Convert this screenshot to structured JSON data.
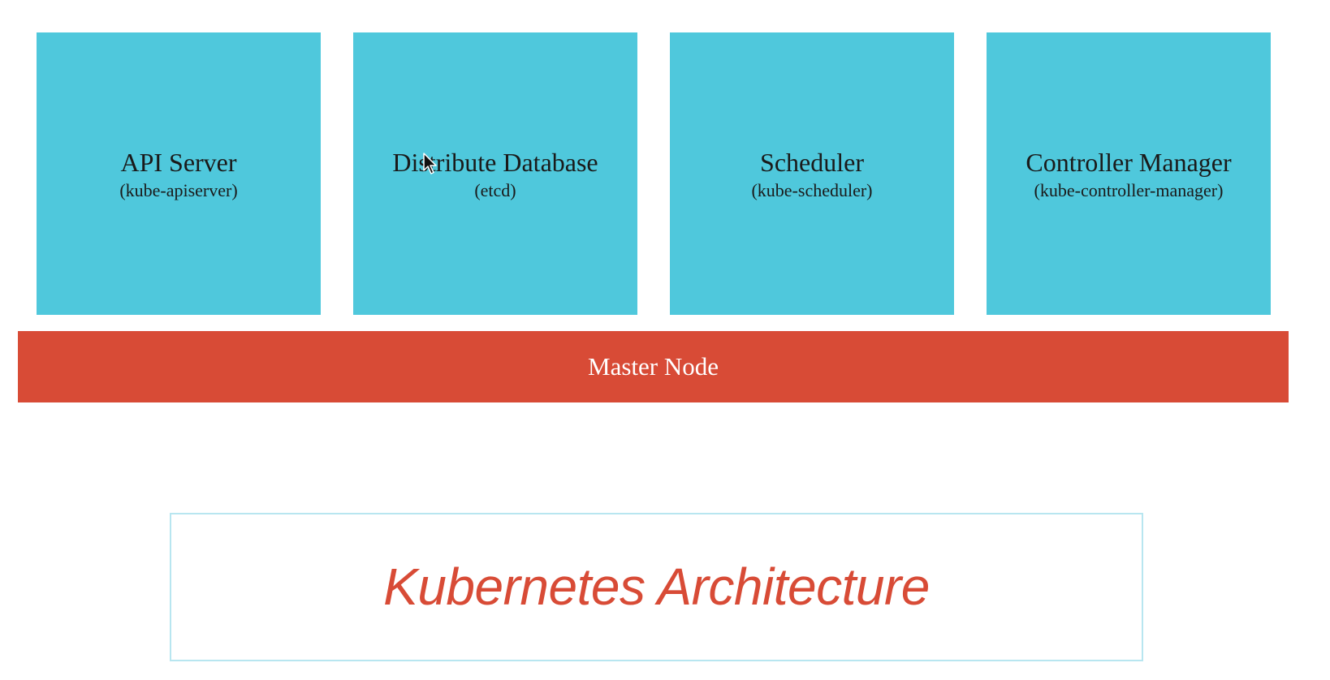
{
  "components": [
    {
      "name": "API Server",
      "sub": "(kube-apiserver)"
    },
    {
      "name": "Distribute Database",
      "sub": "(etcd)"
    },
    {
      "name": "Scheduler",
      "sub": "(kube-scheduler)"
    },
    {
      "name": "Controller Manager",
      "sub": "(kube-controller-manager)"
    }
  ],
  "master_node": {
    "label": "Master Node"
  },
  "slide_title": "Kubernetes Architecture",
  "colors": {
    "component_fill": "#4fc8dc",
    "master_fill": "#d84b36",
    "title_color": "#d84b36",
    "title_border": "#b8e6f0"
  },
  "icons": {
    "pointer": "mouse-pointer-icon"
  }
}
